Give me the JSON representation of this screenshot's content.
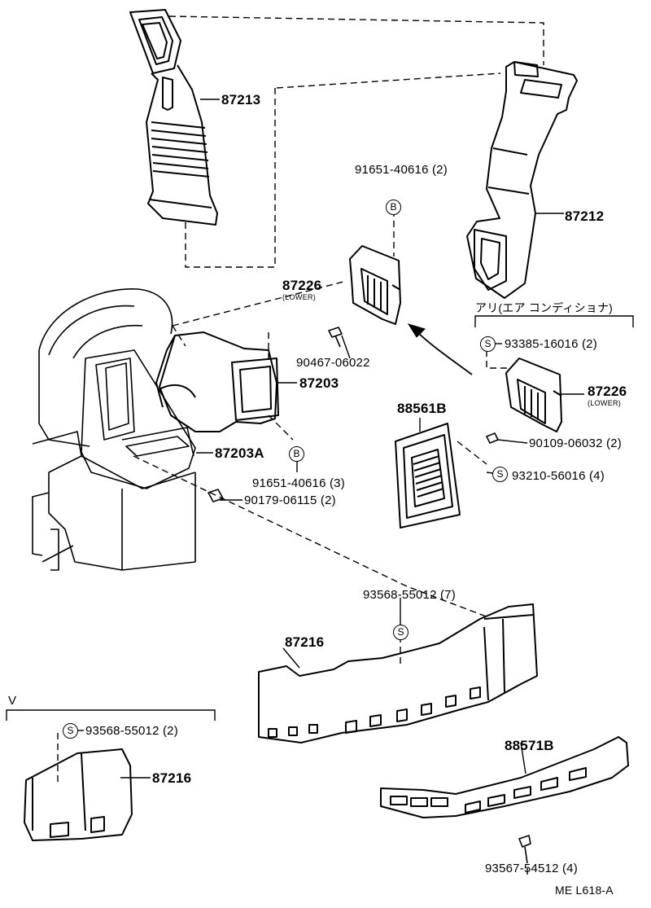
{
  "diagram": {
    "header_v": "V",
    "header_air": "アリ(エア コンディショナ)",
    "footer_ref": "ME L618-A",
    "parts": {
      "p87213": "87213",
      "p87212": "87212",
      "p87226_top": "87226",
      "p87226_top_sub": "(LOWER)",
      "p87226_right": "87226",
      "p87226_right_sub": "(LOWER)",
      "p87203": "87203",
      "p87203A": "87203A",
      "p88561B": "88561B",
      "p87216_main": "87216",
      "p87216_v": "87216",
      "p88571B": "88571B",
      "f91651_top": "91651-40616 (2)",
      "f90467": "90467-06022",
      "f93385": "93385-16016 (2)",
      "f90109": "90109-06032 (2)",
      "f93210": "93210-56016 (4)",
      "f91651_mid": "91651-40616 (3)",
      "f90179": "90179-06115 (2)",
      "f93568_main": "93568-55012 (7)",
      "f93568_v": "93568-55012 (2)",
      "f93567": "93567-54512 (4)"
    },
    "marks": {
      "b": "B",
      "s": "S"
    }
  }
}
